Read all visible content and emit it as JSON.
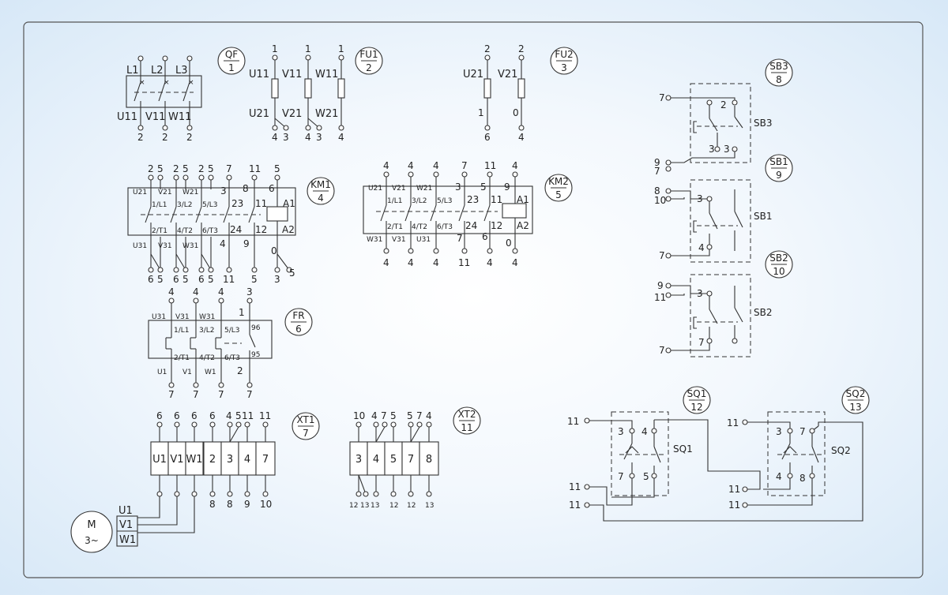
{
  "components": {
    "qf": {
      "top": "QF",
      "bottom": "1",
      "phases": [
        "L1",
        "L2",
        "L3"
      ],
      "outs": [
        "U11",
        "V11",
        "W11"
      ],
      "nums": [
        "2",
        "2",
        "2"
      ]
    },
    "fu1": {
      "top": "FU1",
      "bottom": "2",
      "ins": [
        "1",
        "1",
        "1"
      ],
      "lines": [
        "U11",
        "V11",
        "W11"
      ],
      "outs": [
        "U21",
        "V21",
        "W21"
      ],
      "nums": [
        "4",
        "3",
        "4",
        "3",
        "4"
      ]
    },
    "fu2": {
      "top": "FU2",
      "bottom": "3",
      "ins": [
        "2",
        "2"
      ],
      "lines": [
        "U21",
        "V21"
      ],
      "mid": [
        "1",
        "0"
      ],
      "nums": [
        "6",
        "4"
      ]
    },
    "km1": {
      "top": "KM1",
      "bottom": "4",
      "topNums": [
        "2",
        "5",
        "2",
        "5",
        "2",
        "5",
        "7",
        "11",
        "5"
      ],
      "inner": [
        "U21",
        "V21",
        "W21",
        "3",
        "8",
        "6",
        "1/L1",
        "3/L2",
        "5/L3",
        "23",
        "11",
        "A1",
        "2/T1",
        "4/T2",
        "6/T3",
        "24",
        "12",
        "A2",
        "U31",
        "V31",
        "W31",
        "4",
        "9",
        "0"
      ],
      "botNums": [
        "6",
        "5",
        "6",
        "5",
        "6",
        "5",
        "11",
        "5",
        "3",
        "5"
      ]
    },
    "km2": {
      "top": "KM2",
      "bottom": "5",
      "topNums": [
        "4",
        "4",
        "4",
        "7",
        "11",
        "4"
      ],
      "inner": [
        "U21",
        "V21",
        "W21",
        "3",
        "5",
        "9",
        "1/L1",
        "3/L2",
        "5/L3",
        "23",
        "11",
        "A1",
        "2/T1",
        "4/T2",
        "6/T3",
        "24",
        "12",
        "A2",
        "W31",
        "V31",
        "U31",
        "7",
        "6",
        "0"
      ],
      "botNums": [
        "4",
        "4",
        "4",
        "11",
        "4",
        "4"
      ]
    },
    "fr": {
      "top": "FR",
      "bottom": "6",
      "topNums": [
        "4",
        "4",
        "4",
        "3"
      ],
      "inner": [
        "U31",
        "V31",
        "W31",
        "1",
        "1/L1",
        "3/L2",
        "5/L3",
        "96",
        "2/T1",
        "4/T2",
        "6/T3",
        "95",
        "U1",
        "V1",
        "W1",
        "2"
      ],
      "botNums": [
        "7",
        "7",
        "7",
        "7"
      ]
    },
    "xt1": {
      "top": "XT1",
      "bottom": "7",
      "topNums": [
        "6",
        "6",
        "6",
        "6",
        "4",
        "5",
        "11",
        "11"
      ],
      "cells": [
        "U1",
        "V1",
        "W1",
        "2",
        "3",
        "4",
        "7"
      ],
      "botNums": [
        "8",
        "8",
        "9",
        "10"
      ]
    },
    "xt2": {
      "top": "XT2",
      "bottom": "11",
      "topNums": [
        "10",
        "4",
        "7",
        "5",
        "5",
        "7",
        "4"
      ],
      "cells": [
        "3",
        "4",
        "5",
        "7",
        "8"
      ],
      "botNums": [
        "12",
        "13",
        "13",
        "12",
        "12",
        "13"
      ]
    },
    "sb3": {
      "top": "SB3",
      "bottom": "8",
      "name": "SB3",
      "nums": [
        "7",
        "2",
        "3",
        "3",
        "9",
        "7"
      ]
    },
    "sb1": {
      "top": "SB1",
      "bottom": "9",
      "name": "SB1",
      "nums": [
        "8",
        "10",
        "3",
        "4",
        "7"
      ]
    },
    "sb2": {
      "top": "SB2",
      "bottom": "10",
      "name": "SB2",
      "nums": [
        "9",
        "11",
        "3",
        "7",
        "7"
      ]
    },
    "sq1": {
      "top": "SQ1",
      "bottom": "12",
      "name": "SQ1",
      "nums": [
        "11",
        "3",
        "4",
        "7",
        "5",
        "11",
        "11"
      ]
    },
    "sq2": {
      "top": "SQ2",
      "bottom": "13",
      "name": "SQ2",
      "nums": [
        "11",
        "3",
        "7",
        "4",
        "8",
        "11",
        "11"
      ]
    },
    "motor": {
      "letter": "M",
      "phase": "3~",
      "terms": [
        "U1",
        "V1",
        "W1"
      ]
    }
  }
}
